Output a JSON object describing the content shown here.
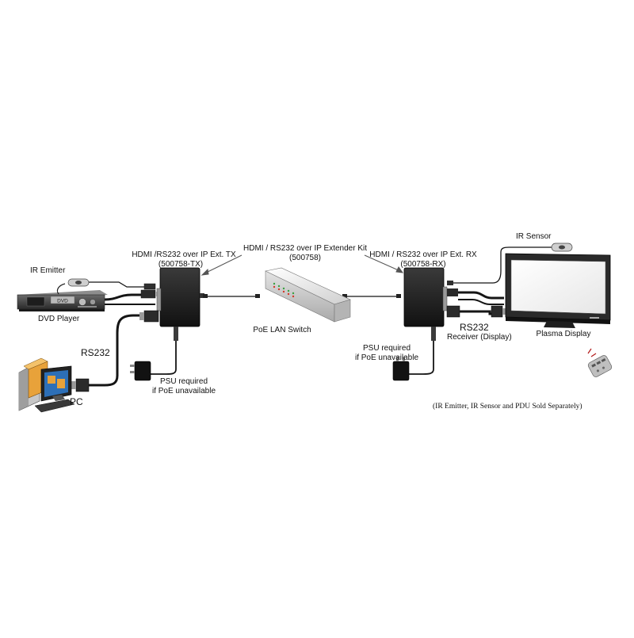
{
  "labels": {
    "kit_title_1": "HDMI / RS232 over IP Extender Kit",
    "kit_title_2": "(500758)",
    "tx_title_1": "HDMI /RS232 over IP  Ext. TX",
    "tx_title_2": "(500758-TX)",
    "rx_title_1": "HDMI / RS232 over IP Ext. RX",
    "rx_title_2": "(500758-RX)",
    "ir_emitter": "IR Emitter",
    "ir_sensor": "IR Sensor",
    "dvd_player": "DVD Player",
    "dvd_text": "DVD",
    "poe_switch": "PoE LAN Switch",
    "plasma_display": "Plasma Display",
    "rs232_left": "RS232",
    "rs232_right": "RS232",
    "receiver_display": "Receiver (Display)",
    "pc": "PC",
    "psu_tx_1": "PSU required",
    "psu_tx_2": "if PoE unavailable",
    "psu_rx_1": "PSU required",
    "psu_rx_2": "if PoE unavailable",
    "footnote": "(IR Emitter, IR Sensor and PDU Sold Separately)"
  },
  "colors": {
    "device_body": "#1c1c1c",
    "cable": "#151515",
    "screen_frame": "#2a2a2a",
    "screen_glass": "#f4f4f4",
    "pc_orange": "#e8a23a",
    "pc_blue": "#2d6fb7",
    "switch_body": "#e6e6e6",
    "led_green": "#3aa040",
    "led_red": "#d23a2a"
  }
}
